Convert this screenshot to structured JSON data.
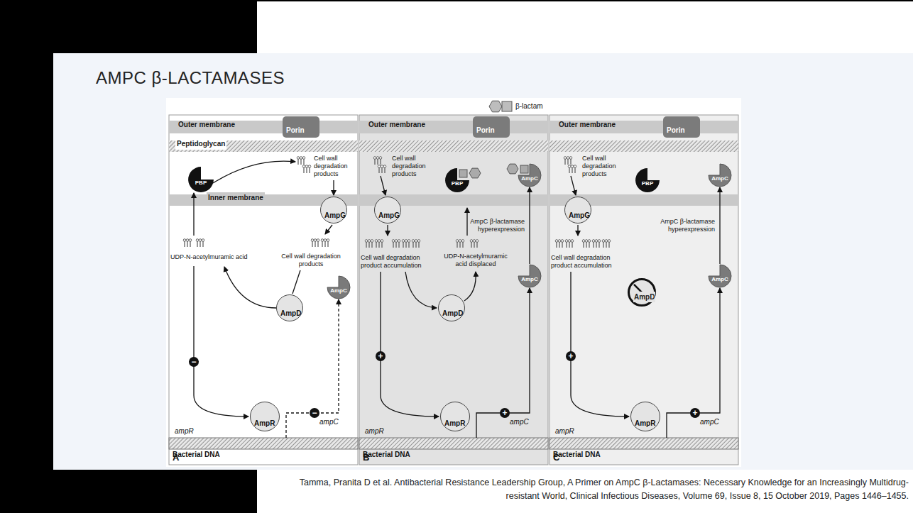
{
  "diagram": {
    "title": "AMPC β-LACTAMASES",
    "caption": "Tamma, Pranita D et al. Antibacterial Resistance Leadership Group, A Primer on AmpC β-Lactamases: Necessary Knowledge for an Increasingly Multidrug-resistant World, Clinical Infectious Diseases, Volume 69, Issue 8, 15 October 2019, Pages 1446–1455.",
    "nodes": [
      {
        "text": [
          "A"
        ]
      },
      {
        "text": [
          "Outer membrane"
        ],
        "in": 0
      },
      {
        "text": [
          "Porin"
        ],
        "in": 0
      },
      {
        "text": [
          "Peptidoglycan"
        ],
        "in": 0
      },
      {
        "text": [
          "PBP"
        ],
        "in": 0
      },
      {
        "text": [
          "Inner membrane"
        ],
        "in": 0
      },
      {
        "text": [
          "AmpG"
        ],
        "in": 0
      },
      {
        "text": [
          "AmpC"
        ],
        "in": 0
      },
      {
        "text": [
          "AmpD"
        ],
        "in": 0
      },
      {
        "text": [
          "AmpR"
        ],
        "in": 0
      },
      {
        "text": [
          "Bacterial DNA"
        ],
        "in": 0
      },
      {
        "text": [
          "B"
        ]
      },
      {
        "text": [
          "Outer membrane"
        ],
        "in": 11
      },
      {
        "text": [
          "Porin"
        ],
        "in": 11
      },
      {
        "text": [
          "PBP"
        ],
        "in": 11
      },
      {
        "text": [
          "AmpC"
        ],
        "in": 11
      },
      {
        "text": [
          "AmpG"
        ],
        "in": 11
      },
      {
        "text": [
          "AmpC"
        ],
        "in": 11
      },
      {
        "text": [
          "AmpD"
        ],
        "in": 11
      },
      {
        "text": [
          "AmpR"
        ],
        "in": 11
      },
      {
        "text": [
          "Bacterial DNA"
        ],
        "in": 11
      },
      {
        "text": [
          "C"
        ]
      },
      {
        "text": [
          "Outer membrane"
        ],
        "in": 21
      },
      {
        "text": [
          "Porin"
        ],
        "in": 21
      },
      {
        "text": [
          "PBP"
        ],
        "in": 21
      },
      {
        "text": [
          "AmpC"
        ],
        "in": 21
      },
      {
        "text": [
          "AmpG"
        ],
        "in": 21
      },
      {
        "text": [
          "AmpD"
        ],
        "in": 21
      },
      {
        "text": [
          "AmpC"
        ],
        "in": 21
      },
      {
        "text": [
          "AmpR"
        ],
        "in": 21
      },
      {
        "text": [
          "Bacterial DNA"
        ],
        "in": 21
      }
    ],
    "edges": [
      {
        "from": 10,
        "to": 7,
        "arrow": "to"
      },
      {
        "from": 20,
        "to": 17,
        "arrow": "to"
      },
      {
        "from": 17,
        "to": 15,
        "arrow": "to",
        "label": "AmpC β-lactamase hyperexpression"
      },
      {
        "from": 30,
        "to": 28,
        "arrow": "to"
      },
      {
        "from": 28,
        "to": 25,
        "arrow": "to",
        "label": "AmpC β-lactamase hyperexpression"
      }
    ],
    "labels": [
      "β-lactam",
      "Cell wall degradation products",
      "UDP-N-acetylmuramic acid",
      "Cell wall degradation products",
      "−",
      "ampR",
      "−",
      "ampC",
      "Cell wall degradation products",
      "Cell wall degradation product accumulation",
      "UDP-N-acetylmuramic acid displaced",
      "+",
      "ampR",
      "+",
      "ampC",
      "Cell wall degradation products",
      "Cell wall degradation product accumulation",
      "+",
      "ampR",
      "+",
      "ampC"
    ]
  }
}
